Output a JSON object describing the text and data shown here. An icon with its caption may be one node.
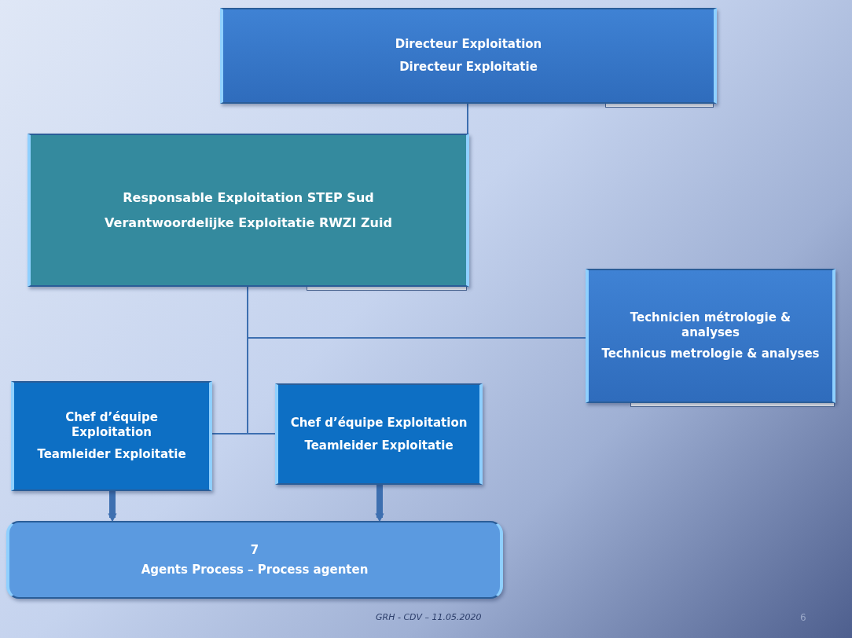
{
  "diagram": {
    "nodes": [
      {
        "text": [
          "Directeur Exploitation",
          "Directeur Exploitatie"
        ]
      },
      {
        "text": [
          "Responsable Exploitation STEP Sud",
          "Verantwoordelijke Exploitatie RWZI Zuid"
        ]
      },
      {
        "text": [
          "Technicien métrologie & analyses",
          "Technicus metrologie & analyses"
        ]
      },
      {
        "text": [
          "Chef d’équipe Exploitation",
          "Teamleider Exploitatie"
        ]
      },
      {
        "text": [
          "Chef d’équipe Exploitation",
          "Teamleider Exploitatie"
        ]
      },
      {
        "text": [
          "7",
          "Agents Process – Process agenten"
        ]
      }
    ],
    "edges": [
      {
        "from": 0,
        "to": 1,
        "arrow": "none"
      },
      {
        "from": 1,
        "to": 2,
        "arrow": "none"
      },
      {
        "from": 1,
        "to": 3,
        "arrow": "none"
      },
      {
        "from": 1,
        "to": 4,
        "arrow": "none"
      },
      {
        "from": 3,
        "to": 5,
        "arrow": "to",
        "style": "thick"
      },
      {
        "from": 4,
        "to": 5,
        "arrow": "to",
        "style": "thick"
      }
    ],
    "labels": [
      "GRH - CDV – 11.05.2020",
      "6"
    ]
  }
}
